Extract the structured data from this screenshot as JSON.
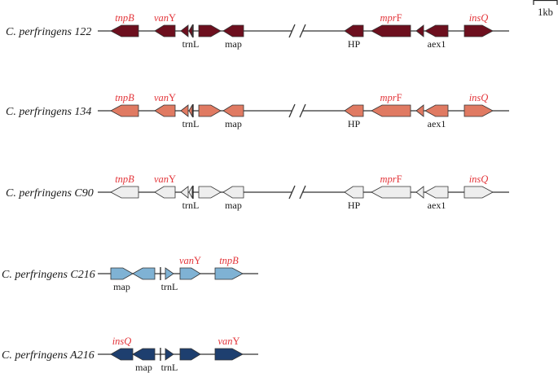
{
  "scale_bar": {
    "label": "1kb"
  },
  "colors": {
    "label_red": "#e3363b",
    "line": "#333333",
    "outline": "#333333"
  },
  "tracks": [
    {
      "strain": "C. perfringens 122",
      "fill": "#6d0f1e",
      "break": true,
      "genes": [
        {
          "name": "tnpB",
          "dir": "left",
          "label_pos": "top",
          "italic": "tnpB",
          "plain": ""
        },
        {
          "name": "vanY",
          "dir": "left",
          "label_pos": "top",
          "italic": "van",
          "plain": "Y"
        },
        {
          "name": "small-arrow",
          "dir": "left",
          "label_pos": "none"
        },
        {
          "name": "trnL",
          "dir": "left",
          "label_pos": "bottom",
          "plain": "trnL"
        },
        {
          "name": "tick",
          "dir": "tick",
          "label_pos": "none"
        },
        {
          "name": "gene-5",
          "dir": "right",
          "label_pos": "none"
        },
        {
          "name": "map",
          "dir": "left",
          "label_pos": "bottom",
          "plain": "map"
        },
        {
          "name": "HP",
          "dir": "left",
          "label_pos": "bottom",
          "plain": "HP"
        },
        {
          "name": "mprF",
          "dir": "left",
          "label_pos": "top",
          "italic": "mpr",
          "plain": "F"
        },
        {
          "name": "small-arrow-2",
          "dir": "left",
          "label_pos": "none"
        },
        {
          "name": "aex1",
          "dir": "left",
          "label_pos": "bottom",
          "plain": "aex1"
        },
        {
          "name": "insQ",
          "dir": "right",
          "label_pos": "top",
          "italic": "insQ",
          "plain": ""
        }
      ]
    },
    {
      "strain": "C. perfringens 134",
      "fill": "#e07a62",
      "break": true,
      "genes": [
        {
          "name": "tnpB",
          "dir": "left",
          "label_pos": "top",
          "italic": "tnpB",
          "plain": ""
        },
        {
          "name": "vanY",
          "dir": "left",
          "label_pos": "top",
          "italic": "van",
          "plain": "Y"
        },
        {
          "name": "small-arrow",
          "dir": "left",
          "label_pos": "none"
        },
        {
          "name": "trnL",
          "dir": "left",
          "label_pos": "bottom",
          "plain": "trnL"
        },
        {
          "name": "tick",
          "dir": "tick",
          "label_pos": "none"
        },
        {
          "name": "gene-5",
          "dir": "right",
          "label_pos": "none"
        },
        {
          "name": "map",
          "dir": "left",
          "label_pos": "bottom",
          "plain": "map"
        },
        {
          "name": "HP",
          "dir": "left",
          "label_pos": "bottom",
          "plain": "HP"
        },
        {
          "name": "mprF",
          "dir": "left",
          "label_pos": "top",
          "italic": "mpr",
          "plain": "F"
        },
        {
          "name": "small-arrow-2",
          "dir": "left",
          "label_pos": "none"
        },
        {
          "name": "aex1",
          "dir": "left",
          "label_pos": "bottom",
          "plain": "aex1"
        },
        {
          "name": "insQ",
          "dir": "right",
          "label_pos": "top",
          "italic": "insQ",
          "plain": ""
        }
      ]
    },
    {
      "strain": "C. perfringens C90",
      "fill": "#eeeeee",
      "break": true,
      "genes": [
        {
          "name": "tnpB",
          "dir": "left",
          "label_pos": "top",
          "italic": "tnpB",
          "plain": ""
        },
        {
          "name": "vanY",
          "dir": "left",
          "label_pos": "top",
          "italic": "van",
          "plain": "Y"
        },
        {
          "name": "small-arrow",
          "dir": "left",
          "label_pos": "none"
        },
        {
          "name": "trnL",
          "dir": "left",
          "label_pos": "bottom",
          "plain": "trnL"
        },
        {
          "name": "tick",
          "dir": "tick",
          "label_pos": "none"
        },
        {
          "name": "gene-5",
          "dir": "right",
          "label_pos": "none"
        },
        {
          "name": "map",
          "dir": "left",
          "label_pos": "bottom",
          "plain": "map"
        },
        {
          "name": "HP",
          "dir": "left",
          "label_pos": "bottom",
          "plain": "HP"
        },
        {
          "name": "mprF",
          "dir": "left",
          "label_pos": "top",
          "italic": "mpr",
          "plain": "F"
        },
        {
          "name": "small-arrow-2",
          "dir": "left",
          "label_pos": "none"
        },
        {
          "name": "aex1",
          "dir": "left",
          "label_pos": "bottom",
          "plain": "aex1"
        },
        {
          "name": "insQ",
          "dir": "right",
          "label_pos": "top",
          "italic": "insQ",
          "plain": ""
        }
      ]
    },
    {
      "strain": "C. perfringens C216",
      "fill": "#7fb2d4",
      "break": false,
      "genes": [
        {
          "name": "map",
          "dir": "right",
          "label_pos": "bottom",
          "plain": "map"
        },
        {
          "name": "gene-2",
          "dir": "left",
          "label_pos": "none"
        },
        {
          "name": "tick",
          "dir": "tick",
          "label_pos": "none"
        },
        {
          "name": "trnL",
          "dir": "right",
          "label_pos": "bottom",
          "plain": "trnL"
        },
        {
          "name": "vanY",
          "dir": "right",
          "label_pos": "top",
          "italic": "van",
          "plain": "Y"
        },
        {
          "name": "tnpB",
          "dir": "right",
          "label_pos": "top",
          "italic": "tnpB",
          "plain": ""
        }
      ]
    },
    {
      "strain": "C. perfringens A216",
      "fill": "#1e3f6f",
      "break": false,
      "genes": [
        {
          "name": "insQ",
          "dir": "left",
          "label_pos": "top",
          "italic": "insQ",
          "plain": ""
        },
        {
          "name": "map",
          "dir": "left",
          "label_pos": "bottom",
          "plain": "map"
        },
        {
          "name": "tick",
          "dir": "tick",
          "label_pos": "none"
        },
        {
          "name": "trnL",
          "dir": "right",
          "label_pos": "bottom",
          "plain": "trnL"
        },
        {
          "name": "gene-5",
          "dir": "right",
          "label_pos": "none"
        },
        {
          "name": "vanY",
          "dir": "right",
          "label_pos": "top",
          "italic": "van",
          "plain": "Y"
        }
      ]
    }
  ]
}
